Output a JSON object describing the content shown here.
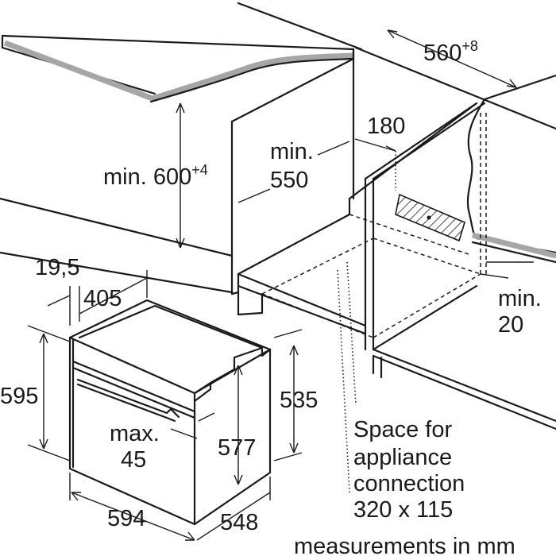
{
  "dimensions": {
    "cabinet_width": "560",
    "cabinet_width_tolerance": "+8",
    "niche_height_prefix": "min. 600",
    "niche_height_tolerance": "+4",
    "niche_depth_line1": "min.",
    "niche_depth_line2": "550",
    "rear_gap": "180",
    "side_gap_line1": "min.",
    "side_gap_line2": "20",
    "oven_offset": "19,5",
    "oven_depth_inner": "405",
    "oven_height": "595",
    "oven_body_height": "535",
    "oven_inner_height": "577",
    "handle_line1": "max.",
    "handle_line2": "45",
    "oven_width": "594",
    "oven_depth": "548"
  },
  "notes": {
    "space_line1": "Space for",
    "space_line2": "appliance",
    "space_line3": "connection",
    "space_line4": "320 x 115",
    "units": "measurements in mm"
  },
  "colors": {
    "line": "#1a1a1a",
    "worktop_edge": "#a6a6a6",
    "hatch": "#1a1a1a",
    "background": "#ffffff"
  }
}
